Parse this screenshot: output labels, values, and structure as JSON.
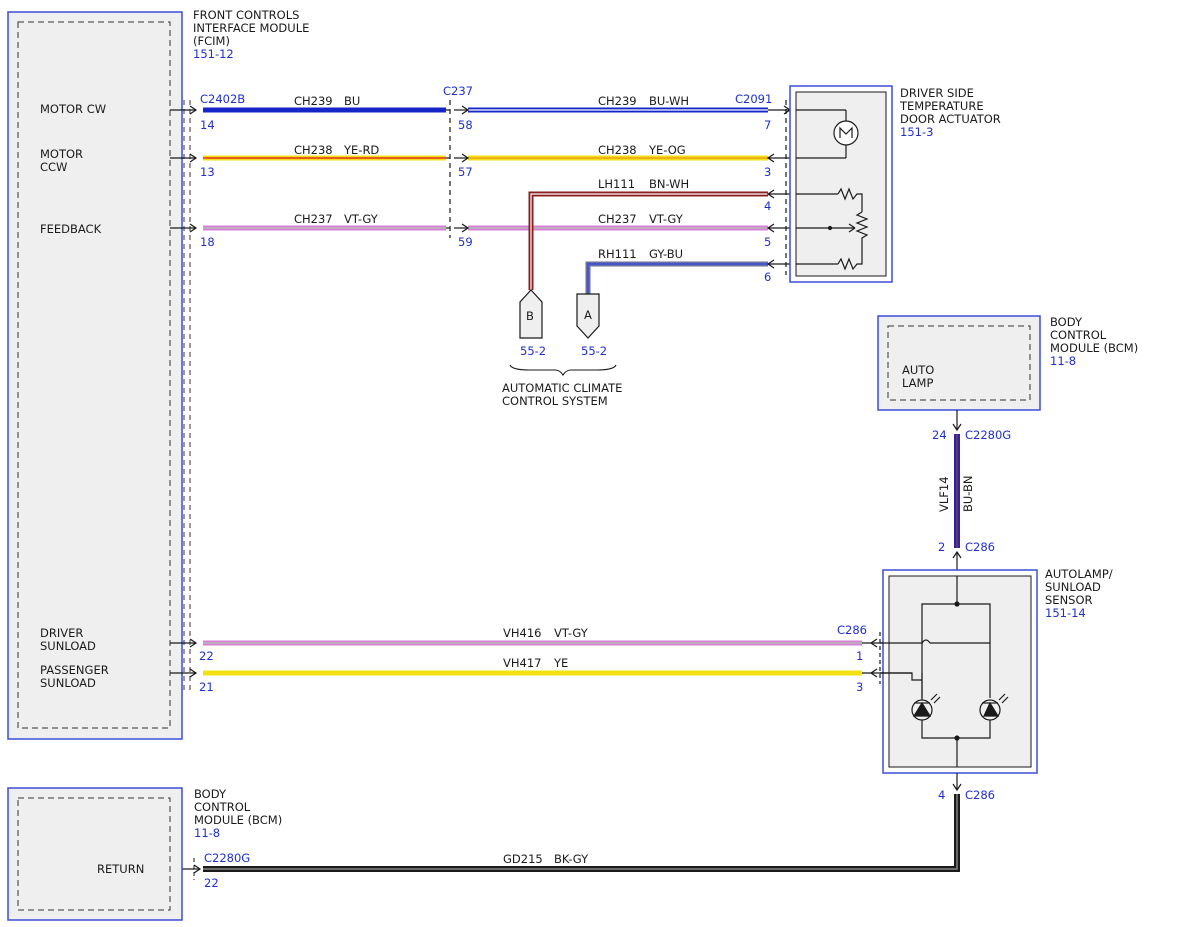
{
  "colors": {
    "module_border": "#3a4fd8",
    "module_fill": "#efefef",
    "connector_ref": "#1f2fcf",
    "text": "#1a1a1a"
  },
  "fcim": {
    "title_lines": [
      "FRONT CONTROLS",
      "INTERFACE MODULE",
      "(FCIM)"
    ],
    "ref": "151-12",
    "pins": {
      "motor_cw": [
        "MOTOR CW"
      ],
      "motor_ccw": [
        "MOTOR",
        "CCW"
      ],
      "feedback": [
        "FEEDBACK"
      ],
      "driver_sunload": [
        "DRIVER",
        "SUNLOAD"
      ],
      "passenger_sunload": [
        "PASSENGER",
        "SUNLOAD"
      ]
    }
  },
  "actuator": {
    "title_lines": [
      "DRIVER SIDE",
      "TEMPERATURE",
      "DOOR ACTUATOR"
    ],
    "ref": "151-3"
  },
  "bcm_top": {
    "title_lines": [
      "BODY",
      "CONTROL",
      "MODULE (BCM)"
    ],
    "ref": "11-8",
    "inner_label": [
      "AUTO",
      "LAMP"
    ]
  },
  "sensor": {
    "title_lines": [
      "AUTOLAMP/",
      "SUNLOAD",
      "SENSOR"
    ],
    "ref": "151-14"
  },
  "bcm_bottom": {
    "title_lines": [
      "BODY",
      "CONTROL",
      "MODULE (BCM)"
    ],
    "ref": "11-8",
    "inner_label": "RETURN"
  },
  "connectors": {
    "c2402b": "C2402B",
    "c237": "C237",
    "c2091": "C2091",
    "c2280g_top": "C2280G",
    "c286_upper": "C286",
    "c286_sunload": "C286",
    "c286_lower": "C286",
    "c2280g_bottom": "C2280G"
  },
  "pins": {
    "fcim_cw": "14",
    "fcim_ccw": "13",
    "fcim_fb": "18",
    "fcim_dsl": "22",
    "fcim_psl": "21",
    "c237_cw": "58",
    "c237_ccw": "57",
    "c237_fb": "59",
    "act_cw": "7",
    "act_ccw": "3",
    "act_lh": "4",
    "act_fb": "5",
    "act_rh": "6",
    "bcm_top": "24",
    "sensor_top": "2",
    "sensor_dsl": "1",
    "sensor_psl": "3",
    "sensor_bottom": "4",
    "bcm_bottom": "22"
  },
  "circuits": {
    "cw_left": {
      "id": "CH239",
      "color": "BU"
    },
    "cw_right": {
      "id": "CH239",
      "color": "BU-WH"
    },
    "ccw_left": {
      "id": "CH238",
      "color": "YE-RD"
    },
    "ccw_right": {
      "id": "CH238",
      "color": "YE-OG"
    },
    "fb_left": {
      "id": "CH237",
      "color": "VT-GY"
    },
    "fb_right": {
      "id": "CH237",
      "color": "VT-GY"
    },
    "lh": {
      "id": "LH111",
      "color": "BN-WH"
    },
    "rh": {
      "id": "RH111",
      "color": "GY-BU"
    },
    "autolamp": {
      "id": "VLF14",
      "color": "BU-BN"
    },
    "dsl": {
      "id": "VH416",
      "color": "VT-GY"
    },
    "psl": {
      "id": "VH417",
      "color": "YE"
    },
    "ground": {
      "id": "GD215",
      "color": "BK-GY"
    }
  },
  "offpage": {
    "b_letter": "B",
    "a_letter": "A",
    "b_ref": "55-2",
    "a_ref": "55-2",
    "system_lines": [
      "AUTOMATIC CLIMATE",
      "CONTROL SYSTEM"
    ]
  }
}
